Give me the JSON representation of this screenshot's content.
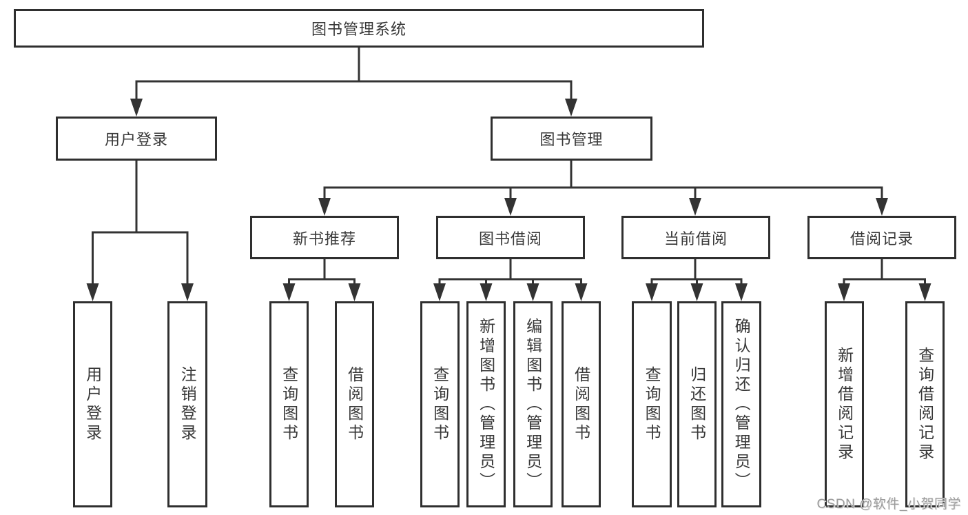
{
  "tree": {
    "root": {
      "label": "图书管理系统"
    },
    "branches": [
      {
        "label": "用户登录",
        "children": [
          "用户登录",
          "注销登录"
        ]
      },
      {
        "label": "图书管理",
        "groups": [
          {
            "label": "新书推荐",
            "children": [
              "查询图书",
              "借阅图书"
            ]
          },
          {
            "label": "图书借阅",
            "children": [
              "查询图书",
              "新增图书（管理员）",
              "编辑图书（管理员）",
              "借阅图书"
            ]
          },
          {
            "label": "当前借阅",
            "children": [
              "查询图书",
              "归还图书",
              "确认归还（管理员）"
            ]
          },
          {
            "label": "借阅记录",
            "children": [
              "新增借阅记录",
              "查询借阅记录"
            ]
          }
        ]
      }
    ]
  },
  "watermark": "CSDN @软件_小贺同学",
  "colors": {
    "line": "#333333",
    "border": "#2f2f2f",
    "text": "#383838",
    "background": "#ffffff",
    "watermark": "#9c9c9c"
  }
}
